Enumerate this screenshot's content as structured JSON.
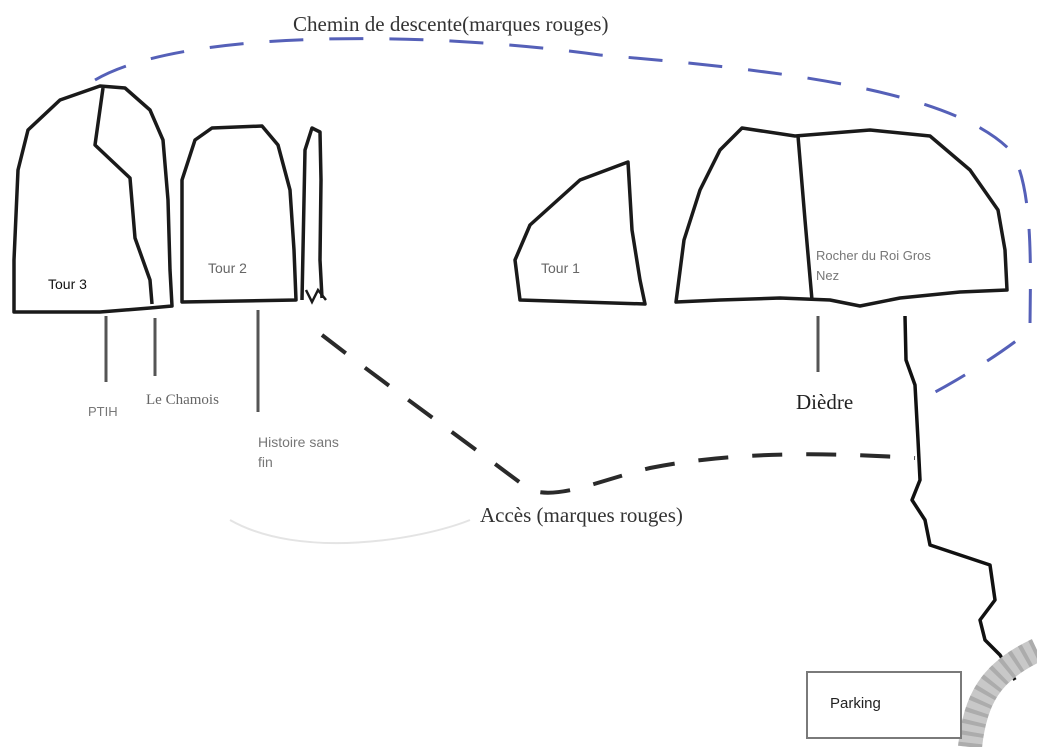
{
  "labels": {
    "descent_path": "Chemin de descente(marques rouges)",
    "access_path": "Accès (marques rouges)",
    "tour3": "Tour 3",
    "tour2": "Tour 2",
    "tour1": "Tour 1",
    "rocher": "Rocher du Roi Gros Nez",
    "ptih": "PTIH",
    "le_chamois": "Le Chamois",
    "histoire_sans_fin": "Histoire sans fin",
    "diedre": "Dièdre",
    "parking": "Parking"
  },
  "colors": {
    "rock_outline": "#1a1a1a",
    "descent_path": "#5560b8",
    "access_path": "#2a2a2a",
    "route_marker": "#555555",
    "trail": "#111111",
    "parking_border": "#7a7a7a",
    "road": "#c8c8c8"
  }
}
